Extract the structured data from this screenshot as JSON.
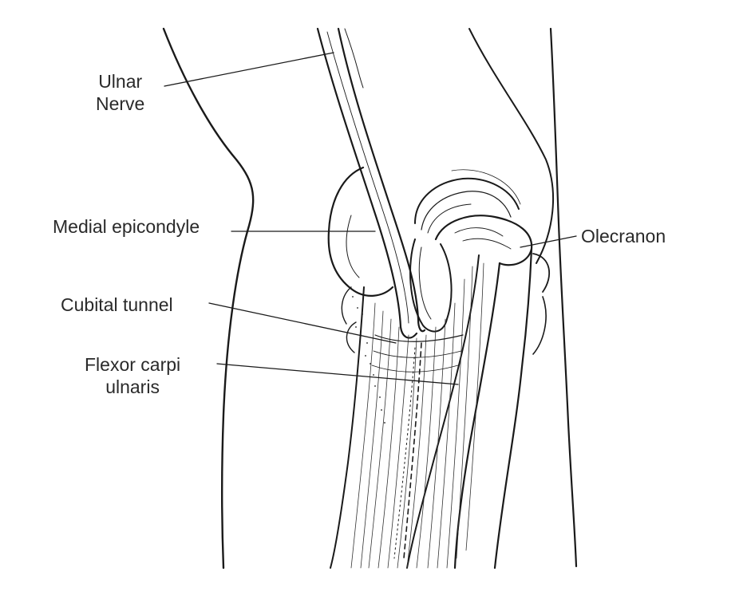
{
  "diagram": {
    "labels": {
      "ulnar_nerve": [
        "Ulnar",
        "Nerve"
      ],
      "medial_epicondyle": "Medial epicondyle",
      "cubital_tunnel": "Cubital tunnel",
      "flexor_carpi_ulnaris": [
        "Flexor carpi",
        "ulnaris"
      ],
      "olecranon": "Olecranon"
    },
    "colors": {
      "ink": "#1a1a1a",
      "background": "#ffffff",
      "label_text": "#2a2a2a"
    }
  }
}
